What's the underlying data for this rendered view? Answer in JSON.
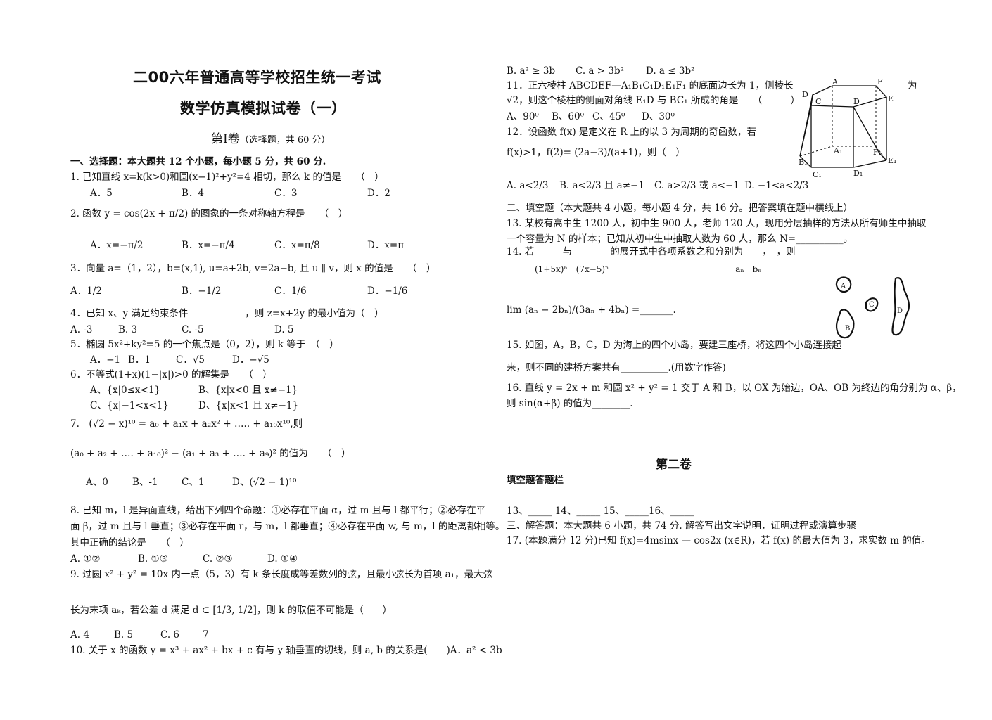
{
  "header": {
    "title1": "二00六年普通高等学校招生统一考试",
    "title2": "数学仿真模拟试卷（一）",
    "vol1": "第Ⅰ卷",
    "vol1_note": "（选择题，共 60 分）"
  },
  "left": {
    "sec1": "一、选择题：本大题共 12 个小题，每小题 5 分，共 60 分.",
    "q1": "1. 已知直线 x=k(k>0)和圆(x−1)²+y²=4 相切，那么 k 的值是　　（　）",
    "q1_opts": [
      "A．5",
      "B．4",
      "C．3",
      "D．2"
    ],
    "q2": "2. 函数 y = cos(2x + π/2) 的图象的一条对称轴方程是　　（　）",
    "q2_opts": [
      "A．x=−π/2",
      "B．x=−π/4",
      "C．x=π/8",
      "D．x=π"
    ],
    "q3": "3．向量 a=（1，2），b=(x,1), u=a+2b, v=2a−b, 且 u ∥ v，则 x 的值是　　（　）",
    "q3_opts": [
      "A．1/2",
      "B．−1/2",
      "C．1/6",
      "D．−1/6"
    ],
    "q4": "4．已知 x、y 满足约束条件　　　　　　，则 z=x+2y 的最小值为（　）",
    "q4_opts": [
      "A. -3",
      "B. 3",
      "C. -5",
      "D. 5"
    ],
    "q5": "5．椭圆 5x²+ky²=5 的一个焦点是（0，2），则 k 等于　（　）",
    "q5_opts": [
      "A．−1",
      "B．1",
      "C．√5",
      "D．−√5"
    ],
    "q6": "6．不等式(1+x)(1−|x|)>0 的解集是　　（　）",
    "q6_opts": [
      "A、{x|0≤x<1}",
      "B、{x|x<0 且 x≠−1}",
      "C、{x|−1<x<1}",
      "D、{x|x<1 且 x≠−1}"
    ],
    "q7_line1": "7.　(√2 − x)¹⁰ = a₀ + a₁x + a₂x² + ….. + a₁₀x¹⁰,则",
    "q7_line2": "(a₀ + a₂ + …. + a₁₀)² − (a₁ + a₃ + …. + a₉)² 的值为　　（　）",
    "q7_opts": [
      "A、0",
      "B、-1",
      "C、1",
      "D、(√2 − 1)¹⁰"
    ],
    "q8_l1": "8. 已知 m，l 是异面直线，给出下列四个命题：①必存在平面 α，过 m 且与 l 都平行；②必存在平",
    "q8_l2": "面 β，过 m 且与 l 垂直；③必存在平面 r，与 m，l 都垂直；④必存在平面 w, 与 m，l 的距离都相等。",
    "q8_l3": "其中正确的结论是　　（　）",
    "q8_opts": [
      "A. ①②",
      "B. ①③",
      "C. ②③",
      "D. ①④"
    ],
    "q9_l1": "9. 过圆 x² + y² = 10x 内一点（5，3）有 k 条长度成等差数列的弦，且最小弦长为首项 a₁，最大弦",
    "q9_l2": "长为末项 aₖ，若公差 d 满足 d ⊂ [1/3, 1/2]，则 k 的取值不可能是（　　）",
    "q9_opts": [
      "A. 4",
      "B. 5",
      "C. 6",
      "7"
    ],
    "q10": "10. 关于 x 的函数 y = x³ + ax² + bx + c 有与 y 轴垂直的切线，则 a, b 的关系是(　　)A．a² < 3b"
  },
  "right": {
    "q10_opts": [
      "B. a² ≥ 3b",
      "C. a > 3b²",
      "D. a ≤ 3b²"
    ],
    "q11_l1": "11．正六棱柱 ABCDEF—A₁B₁C₁D₁E₁F₁ 的底面边长为 1，侧棱长",
    "q11_l1b": "为",
    "q11_l2": "√2，则这个棱柱的侧面对角线 E₁D 与 BC₁ 所成的角是　　（　　　）",
    "q11_opts": [
      "A、90⁰",
      "B、60⁰",
      "C、45⁰",
      "D、30⁰"
    ],
    "q12_l1": "12．设函数 f(x) 是定义在 R 上的以 3 为周期的奇函数，若",
    "q12_l2": "f(x)>1，f(2)= (2a−3)/(a+1)，则（　）",
    "q12_opts": [
      "A. a<2/3",
      "B. a<2/3 且 a≠−1",
      "C. a>2/3 或 a<−1",
      "D. −1<a<2/3"
    ],
    "sec2": "二、填空题（本大题共 4 小题，每小题 4 分，共 16 分。把答案填在题中横线上）",
    "q13_l1": "13. 某校有高中生 1200 人，初中生 900 人，老师 120 人，现用分层抽样的方法从所有师生中抽取",
    "q13_l2": "一个容量为 N 的样本；已知从初中生中抽取人数为 60 人，那么 N=__________。",
    "q14_l1": "14. 若　　　与　　　　的展开式中各项系数之和分别为　　，　，则",
    "q14_l2": "(1+5x)ⁿ　(7x−5)ⁿ　　　　　　　　　　　　　　　aₙ　bₙ",
    "q14_l3": "lim (aₙ − 2bₙ)/(3aₙ + 4bₙ) =_______.",
    "q15_l1": "15. 如图，A，B，C，D 为海上的四个小岛，要建三座桥，将这四个小岛连接起",
    "q15_l2": "来，则不同的建桥方案共有__________.(用数字作答)",
    "q16_l1": "16. 直线 y = 2x + m 和圆 x² + y² = 1 交于 A 和 B，以 OX 为始边，OA、OB 为终边的角分别为 α、β，",
    "q16_l2": "则 sin(α+β) 的值为________.",
    "vol2": "第二卷",
    "answer_bar": "填空题答题栏",
    "ans_line": "13、_____ 14、_____ 15、_____16、_____",
    "sec3": "三、解答题：本大题共 6 小题，共 74 分. 解答写出文字说明，证明过程或演算步骤",
    "q17": "17. (本题满分 12 分)已知 f(x)=4msinx — cos2x (x∈R)，若 f(x) 的最大值为 3，求实数 m 的值。"
  },
  "figures": {
    "prism_labels": [
      "A",
      "F",
      "D",
      "C",
      "D",
      "E",
      "A₁",
      "B₁",
      "F₁",
      "E₁",
      "C₁",
      "D₁"
    ],
    "island_labels": [
      "A",
      "C",
      "B",
      "D"
    ]
  }
}
